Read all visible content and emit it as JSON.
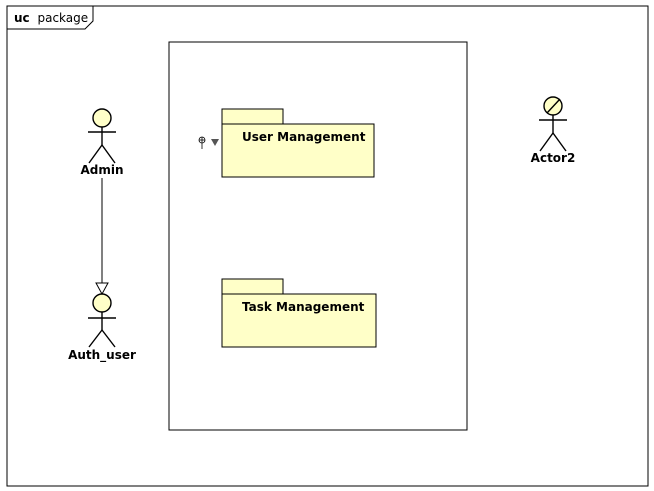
{
  "frame": {
    "keyword": "uc",
    "name": "package"
  },
  "packages": {
    "user_management": {
      "label": "User Management"
    },
    "task_management": {
      "label": "Task Management"
    }
  },
  "actors": {
    "admin": {
      "label": "Admin"
    },
    "auth_user": {
      "label": "Auth_user"
    },
    "actor2": {
      "label": "Actor2"
    }
  },
  "relations": [
    {
      "type": "generalization",
      "from": "Admin",
      "to": "Auth_user"
    }
  ],
  "colors": {
    "fill": "#ffffc8",
    "stroke": "#000000",
    "background": "#ffffff"
  }
}
